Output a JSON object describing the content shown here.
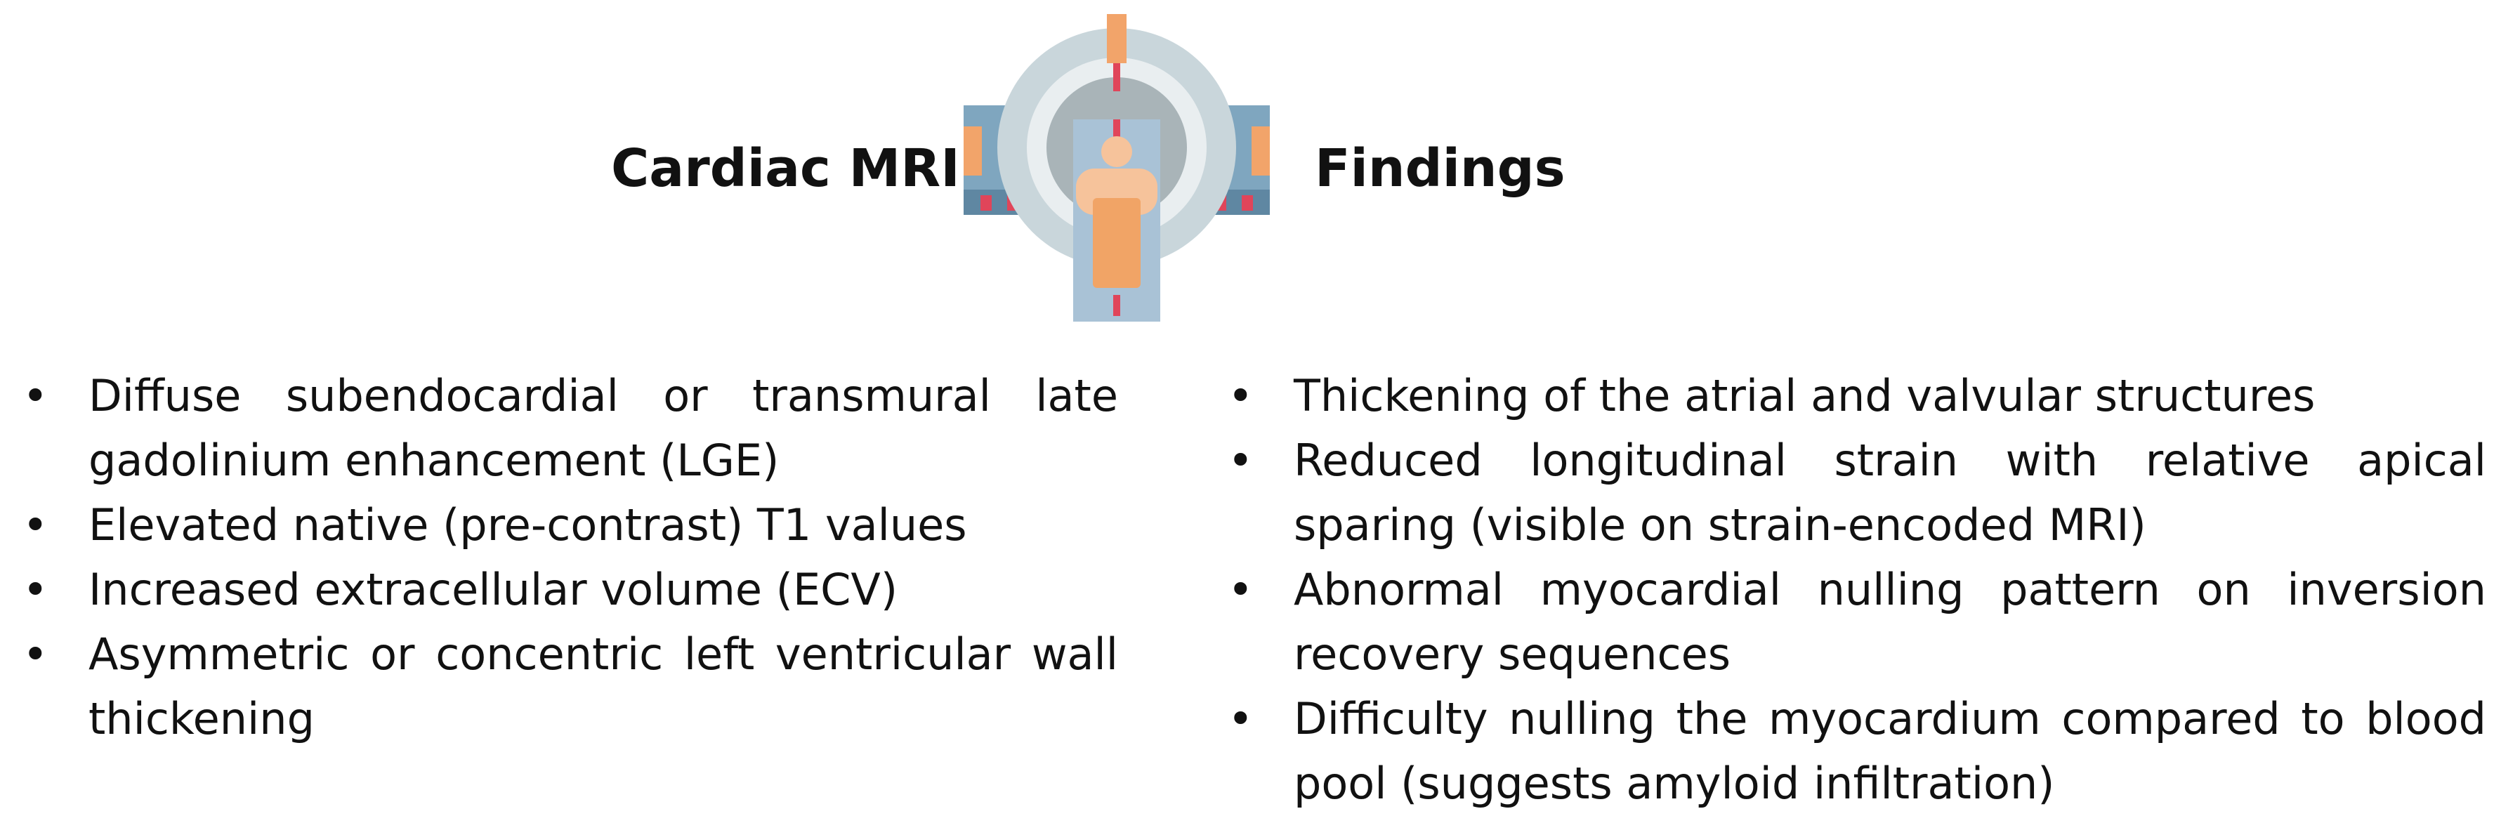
{
  "header": {
    "title_left": "Cardiac MRI",
    "title_right": "Findings"
  },
  "icon": {
    "name": "mri-scanner-icon",
    "colors": {
      "ring_outer": "#c9d6db",
      "ring_inner": "#e9eef0",
      "bore": "#a9b4b8",
      "body_blue": "#7fa6bf",
      "body_blue_dark": "#5f87a2",
      "accent_orange": "#f2a46a",
      "accent_red": "#e0455a",
      "patient_skin": "#f6c39b",
      "patient_gown": "#f1a466",
      "table": "#a9c2d6"
    }
  },
  "findings": {
    "left": [
      "Diffuse subendocardial or transmural late gadolinium enhancement (LGE)",
      "Elevated native (pre-contrast) T1 values",
      "Increased extracellular volume (ECV)",
      "Asymmetric or concentric left ventricular wall thickening"
    ],
    "right": [
      "Thickening of the atrial and valvular structures",
      "Reduced longitudinal strain with relative apical sparing (visible on strain-encoded MRI)",
      "Abnormal myocardial nulling pattern on inversion recovery sequences",
      "Difficulty nulling the myocardium compared to blood pool (suggests amyloid infiltration)"
    ]
  }
}
